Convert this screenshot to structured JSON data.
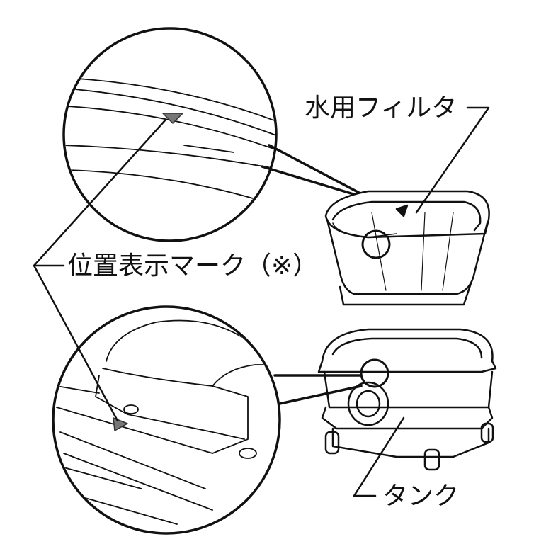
{
  "labels": {
    "water_filter": "水用フィルタ",
    "position_mark": "位置表示マーク（※）",
    "tank": "タンク"
  },
  "colors": {
    "line": "#111111",
    "mark": "#777777"
  }
}
